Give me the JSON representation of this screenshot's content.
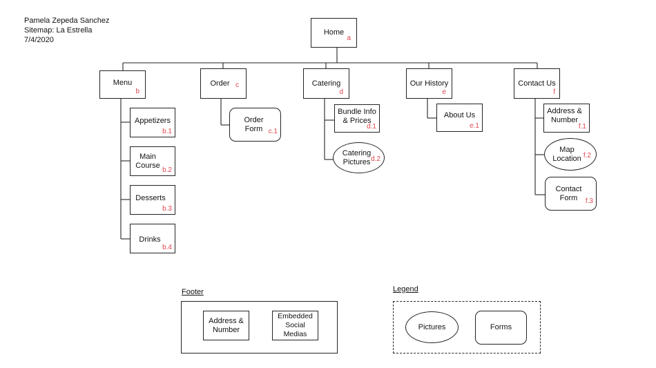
{
  "header": {
    "author": "Pamela Zepeda Sanchez",
    "title": "Sitemap: La Estrella",
    "date": "7/4/2020"
  },
  "nodes": {
    "home": {
      "label": "Home",
      "code": "a"
    },
    "menu": {
      "label": "Menu",
      "code": "b"
    },
    "appetizers": {
      "label": "Appetizers",
      "code": "b.1"
    },
    "main_course": {
      "label": "Main\nCourse",
      "code": "b.2"
    },
    "desserts": {
      "label": "Desserts",
      "code": "b.3"
    },
    "drinks": {
      "label": "Drinks",
      "code": "b.4"
    },
    "order": {
      "label": "Order",
      "code": "c"
    },
    "order_form": {
      "label": "Order\nForm",
      "code": "c.1"
    },
    "catering": {
      "label": "Catering",
      "code": "d"
    },
    "bundle_info": {
      "label": "Bundle Info\n& Prices",
      "code": "d.1"
    },
    "catering_pictures": {
      "label": "Catering\nPictures",
      "code": "d.2"
    },
    "our_history": {
      "label": "Our History",
      "code": "e"
    },
    "about_us": {
      "label": "About Us",
      "code": "e.1"
    },
    "contact_us": {
      "label": "Contact Us",
      "code": "f"
    },
    "address_number": {
      "label": "Address &\nNumber",
      "code": "f.1"
    },
    "map_location": {
      "label": "Map\nLocation",
      "code": "f.2"
    },
    "contact_form": {
      "label": "Contact\nForm",
      "code": "f.3"
    }
  },
  "footer": {
    "title": "Footer",
    "address": "Address &\nNumber",
    "social": "Embedded\nSocial Medias"
  },
  "legend": {
    "title": "Legend",
    "pictures": "Pictures",
    "forms": "Forms"
  }
}
